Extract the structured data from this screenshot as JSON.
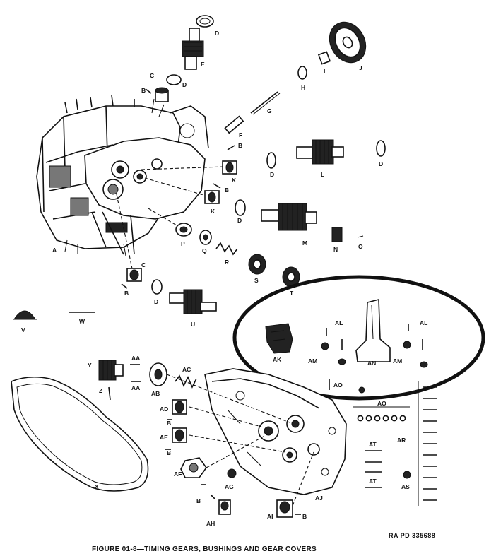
{
  "caption": "FIGURE 01-8—TIMING GEARS, BUSHINGS AND GEAR COVERS",
  "reference": "RA PD 335688",
  "part_labels": [
    "A",
    "B",
    "C",
    "D",
    "E",
    "F",
    "G",
    "H",
    "I",
    "J",
    "K",
    "L",
    "M",
    "N",
    "O",
    "P",
    "Q",
    "R",
    "S",
    "T",
    "U",
    "V",
    "W",
    "X",
    "Y",
    "Z",
    "AA",
    "AB",
    "AC",
    "AD",
    "AE",
    "AF",
    "AG",
    "AH",
    "AI",
    "AJ",
    "AK",
    "AL",
    "AM",
    "AN",
    "AO",
    "AR",
    "AS",
    "AT"
  ],
  "highlight": {
    "shape": "ellipse",
    "color": "#111111",
    "encloses": [
      "AK",
      "AL",
      "AM",
      "AN"
    ]
  }
}
